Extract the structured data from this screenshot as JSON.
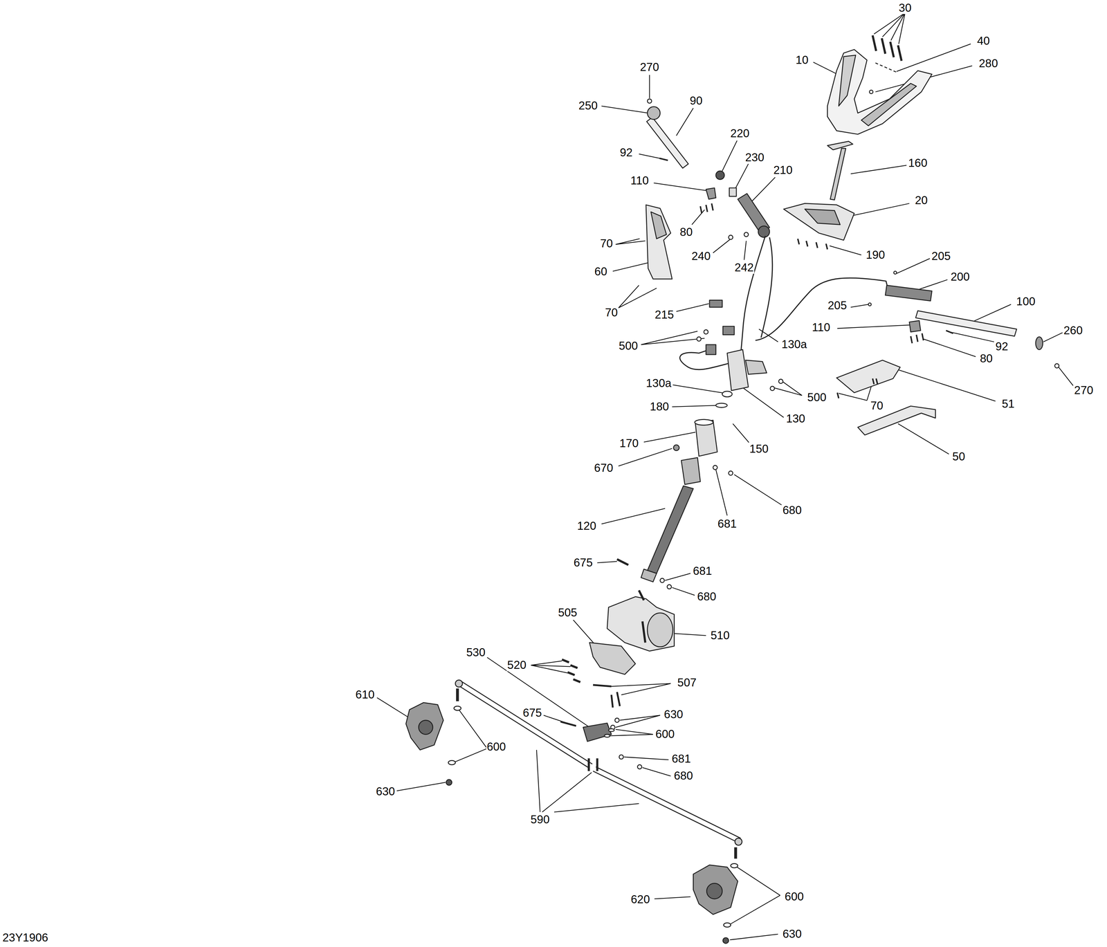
{
  "diagram": {
    "labels": [
      "30",
      "40",
      "10",
      "280",
      "270",
      "250",
      "90",
      "92",
      "220",
      "230",
      "210",
      "160",
      "110",
      "20",
      "80",
      "70",
      "240",
      "242",
      "190",
      "60",
      "205",
      "200",
      "205",
      "100",
      "70",
      "215",
      "110",
      "92",
      "260",
      "130a",
      "500",
      "80",
      "270",
      "130a",
      "500",
      "70",
      "51",
      "180",
      "130",
      "170",
      "150",
      "50",
      "670",
      "680",
      "681",
      "120",
      "675",
      "681",
      "680",
      "505",
      "510",
      "530",
      "520",
      "507",
      "610",
      "630",
      "675",
      "600",
      "600",
      "681",
      "680",
      "630",
      "590",
      "620",
      "600",
      "630",
      "23Y1906"
    ]
  }
}
